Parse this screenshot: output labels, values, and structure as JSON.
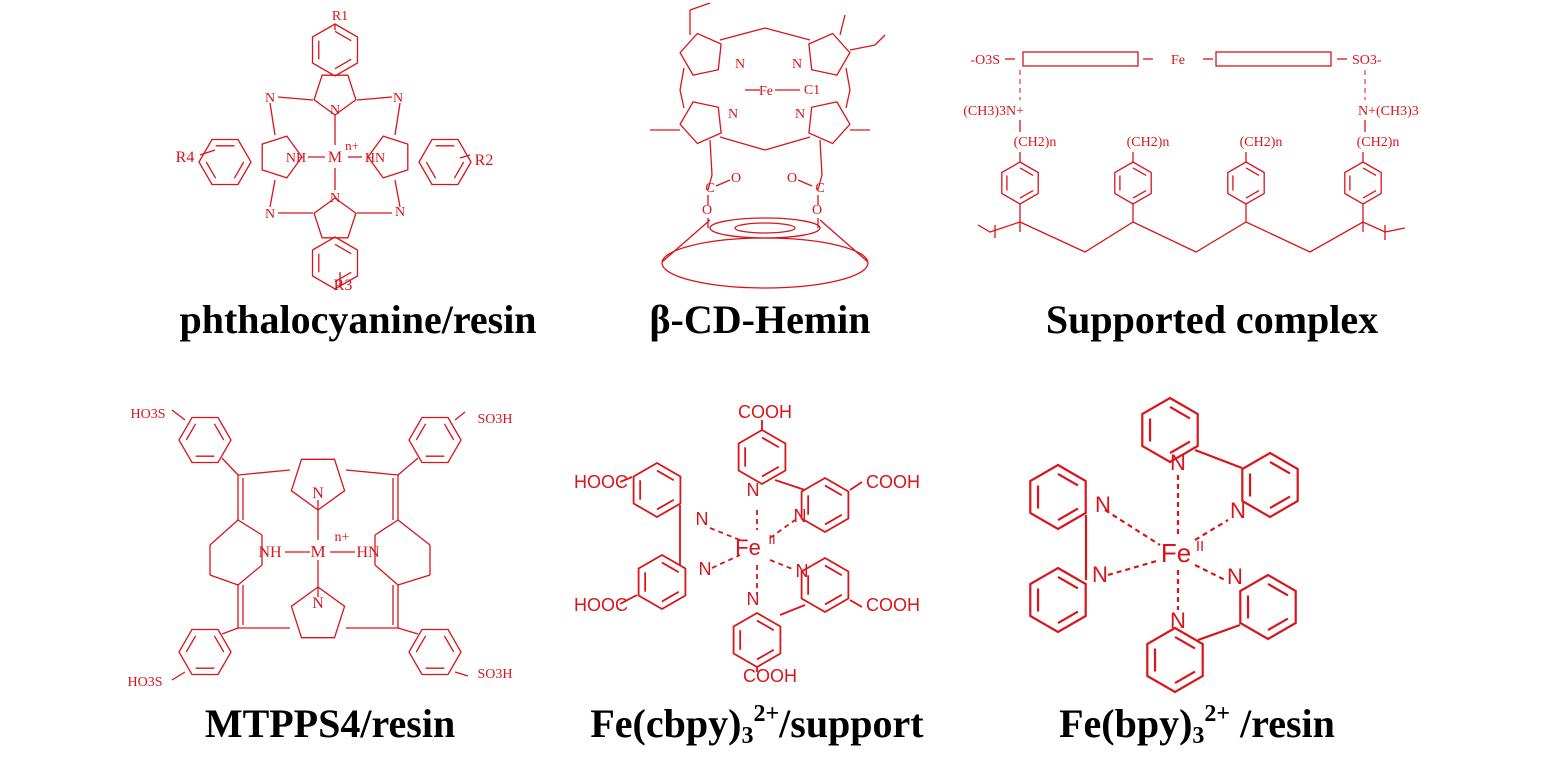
{
  "colors": {
    "structure": "#d9141b",
    "label": "#000000"
  },
  "panels": [
    {
      "title": "phthalocyanine/resin",
      "atoms": [
        "R1",
        "R2",
        "R3",
        "R4",
        "N",
        "N",
        "N",
        "N",
        "N",
        "N",
        "NH",
        "HN",
        "M",
        "n+"
      ]
    },
    {
      "title": "β-CD-Hemin",
      "atoms": [
        "N",
        "N",
        "N",
        "N",
        "Fe",
        "C1",
        "C",
        "C",
        "O",
        "O",
        "O",
        "O"
      ]
    },
    {
      "title": "Supported complex",
      "atoms": [
        "-O3S",
        "Fe",
        "SO3-",
        "(CH3)3N+",
        "N+(CH3)3",
        "(CH2)n",
        "(CH2)n",
        "(CH2)n",
        "(CH2)n"
      ]
    },
    {
      "title": "MTPPS4/resin",
      "atoms": [
        "HO3S",
        "SO3H",
        "HO3S",
        "SO3H",
        "N",
        "N",
        "NH",
        "HN",
        "M",
        "n+"
      ]
    },
    {
      "title_main": "Fe(cbpy)",
      "title_sub": "3",
      "title_sup": "2+",
      "title_rest": "/support",
      "atoms": [
        "COOH",
        "HOOC",
        "COOH",
        "HOOC",
        "COOH",
        "COOH",
        "N",
        "N",
        "N",
        "N",
        "N",
        "N",
        "Fe",
        "II"
      ]
    },
    {
      "title_main": "Fe(bpy)",
      "title_sub": "3",
      "title_sup": "2+",
      "title_rest": " /resin",
      "atoms": [
        "N",
        "N",
        "N",
        "N",
        "N",
        "N",
        "Fe",
        "II"
      ]
    }
  ]
}
